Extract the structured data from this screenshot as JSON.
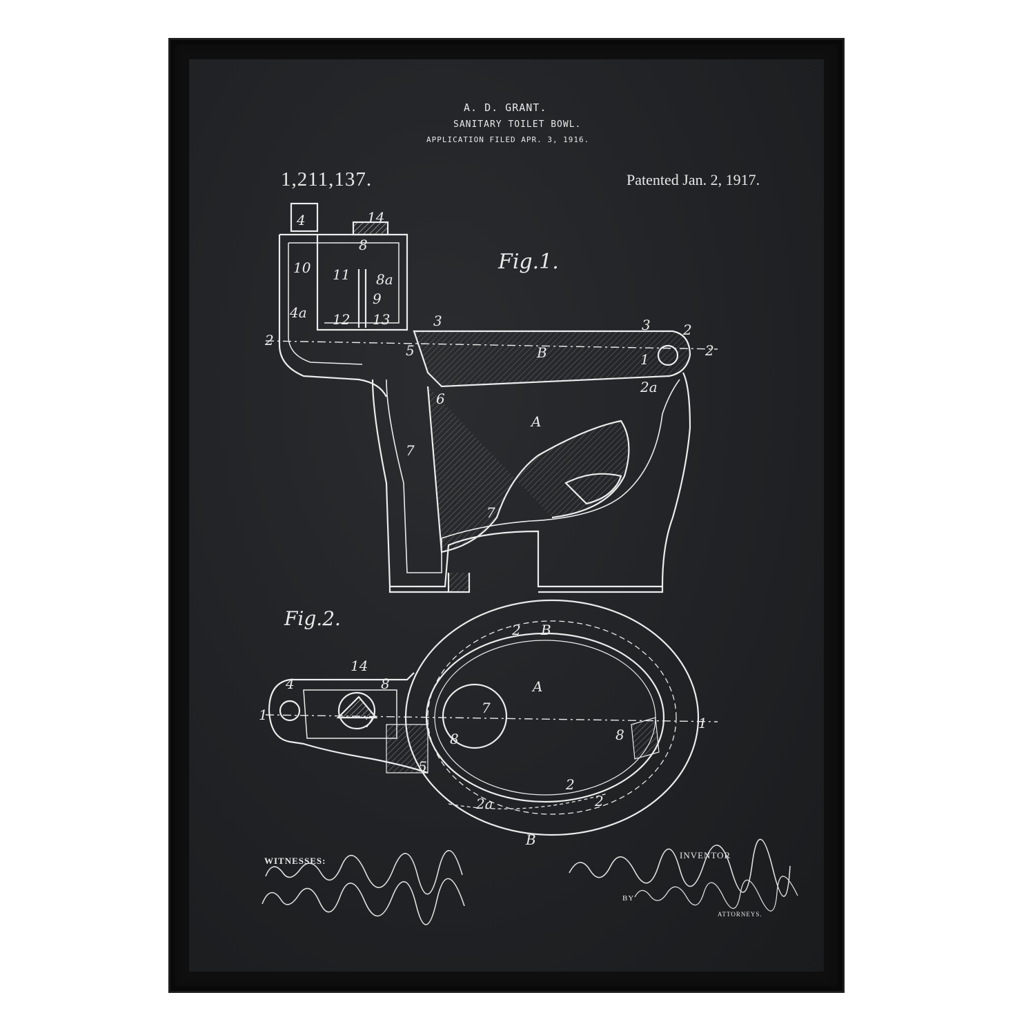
{
  "header": {
    "inventor_name": "A. D. GRANT.",
    "title": "SANITARY TOILET BOWL.",
    "filed": "APPLICATION FILED APR. 3, 1916.",
    "patent_number": "1,211,137.",
    "patented": "Patented Jan. 2, 1917."
  },
  "figures": {
    "fig1_label": "Fig.1.",
    "fig2_label": "Fig.2.",
    "fig1_refs": [
      "4",
      "14",
      "8",
      "8a",
      "10",
      "11",
      "9",
      "4a",
      "12",
      "13",
      "3",
      "3",
      "2",
      "2",
      "2",
      "5",
      "B",
      "1",
      "2a",
      "6",
      "A",
      "7",
      "7"
    ],
    "fig2_refs": [
      "2",
      "B",
      "14",
      "4",
      "8",
      "A",
      "1",
      "7",
      "7",
      "8",
      "8",
      "1",
      "5",
      "2",
      "2a",
      "2",
      "B"
    ]
  },
  "footer": {
    "witnesses_label": "WITNESSES:",
    "inventor_label": "INVENTOR",
    "by_label": "BY",
    "attorneys_label": "ATTORNEYS."
  },
  "colors": {
    "frame": "#0f0f0f",
    "poster": "#222427",
    "ink": "#e9e9e9"
  }
}
